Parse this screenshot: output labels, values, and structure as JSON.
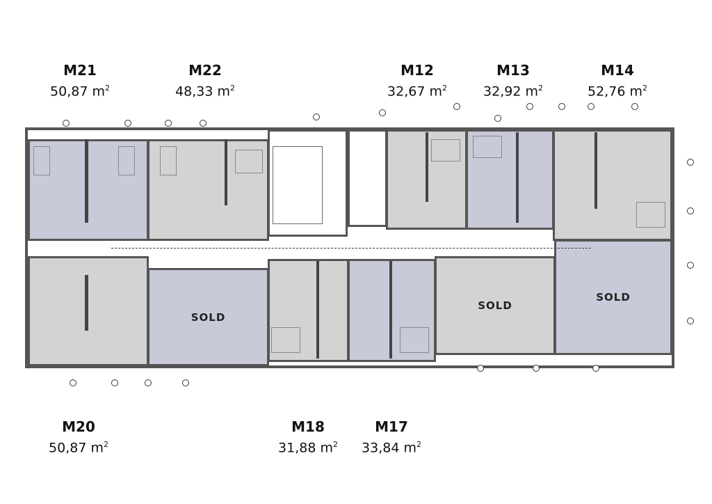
{
  "units_top": [
    {
      "id": "M21",
      "area": "50,87 m",
      "sup": "2"
    },
    {
      "id": "M22",
      "area": "48,33 m",
      "sup": "2"
    },
    {
      "id": "M12",
      "area": "32,67 m",
      "sup": "2"
    },
    {
      "id": "M13",
      "area": "32,92 m",
      "sup": "2"
    },
    {
      "id": "M14",
      "area": "52,76 m",
      "sup": "2"
    }
  ],
  "units_bottom": [
    {
      "id": "M20",
      "area": "50,87 m",
      "sup": "2"
    },
    {
      "id": "M18",
      "area": "31,88 m",
      "sup": "2"
    },
    {
      "id": "M17",
      "area": "33,84 m",
      "sup": "2"
    }
  ],
  "sold_label": "SOLD",
  "colors": {
    "available_blue": "#c8cad9",
    "available_gray": "#d3d3d3",
    "sold_blue": "#c8cad9",
    "sold_gray": "#d3d3d3"
  }
}
